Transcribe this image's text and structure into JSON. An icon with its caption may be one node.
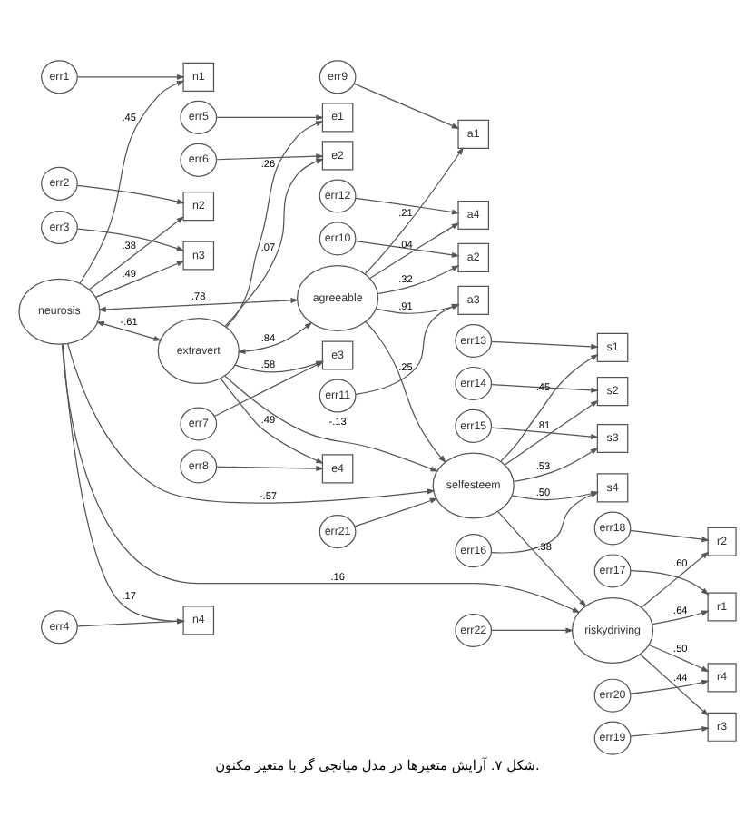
{
  "diagram": {
    "caption": "شکل ۷. آرایش متغیرها در مدل میانجی گر با متغیر مکنون.",
    "nodes": [
      {
        "text": [
          "err1"
        ]
      },
      {
        "text": [
          "err2"
        ]
      },
      {
        "text": [
          "err3"
        ]
      },
      {
        "text": [
          "err4"
        ]
      },
      {
        "text": [
          "n1"
        ]
      },
      {
        "text": [
          "n2"
        ]
      },
      {
        "text": [
          "n3"
        ]
      },
      {
        "text": [
          "n4"
        ]
      },
      {
        "text": [
          "neurosis"
        ]
      },
      {
        "text": [
          "err5"
        ]
      },
      {
        "text": [
          "err6"
        ]
      },
      {
        "text": [
          "err7"
        ]
      },
      {
        "text": [
          "err8"
        ]
      },
      {
        "text": [
          "e1"
        ]
      },
      {
        "text": [
          "e2"
        ]
      },
      {
        "text": [
          "e3"
        ]
      },
      {
        "text": [
          "e4"
        ]
      },
      {
        "text": [
          "extravert"
        ]
      },
      {
        "text": [
          "err9"
        ]
      },
      {
        "text": [
          "err10"
        ]
      },
      {
        "text": [
          "err11"
        ]
      },
      {
        "text": [
          "err12"
        ]
      },
      {
        "text": [
          "a1"
        ]
      },
      {
        "text": [
          "a2"
        ]
      },
      {
        "text": [
          "a3"
        ]
      },
      {
        "text": [
          "a4"
        ]
      },
      {
        "text": [
          "agreeable"
        ]
      },
      {
        "text": [
          "err13"
        ]
      },
      {
        "text": [
          "err14"
        ]
      },
      {
        "text": [
          "err15"
        ]
      },
      {
        "text": [
          "err16"
        ]
      },
      {
        "text": [
          "err21"
        ]
      },
      {
        "text": [
          "s1"
        ]
      },
      {
        "text": [
          "s2"
        ]
      },
      {
        "text": [
          "s3"
        ]
      },
      {
        "text": [
          "s4"
        ]
      },
      {
        "text": [
          "selfesteem"
        ]
      },
      {
        "text": [
          "err17"
        ]
      },
      {
        "text": [
          "err18"
        ]
      },
      {
        "text": [
          "err19"
        ]
      },
      {
        "text": [
          "err20"
        ]
      },
      {
        "text": [
          "err22"
        ]
      },
      {
        "text": [
          "r1"
        ]
      },
      {
        "text": [
          "r2"
        ]
      },
      {
        "text": [
          "r3"
        ]
      },
      {
        "text": [
          "r4"
        ]
      },
      {
        "text": [
          "riskydriving"
        ]
      }
    ],
    "edges": [
      {
        "from": 0,
        "to": 4,
        "arrow": "to"
      },
      {
        "from": 1,
        "to": 5,
        "arrow": "to"
      },
      {
        "from": 2,
        "to": 6,
        "arrow": "to"
      },
      {
        "from": 3,
        "to": 7,
        "arrow": "to"
      },
      {
        "from": 8,
        "to": 4,
        "arrow": "to",
        "label": ".45"
      },
      {
        "from": 8,
        "to": 5,
        "arrow": "to",
        "label": ".38"
      },
      {
        "from": 8,
        "to": 6,
        "arrow": "to",
        "label": ".49"
      },
      {
        "from": 8,
        "to": 7,
        "arrow": "to",
        "label": ".17"
      },
      {
        "from": 9,
        "to": 13,
        "arrow": "to"
      },
      {
        "from": 10,
        "to": 14,
        "arrow": "to"
      },
      {
        "from": 11,
        "to": 15,
        "arrow": "to"
      },
      {
        "from": 12,
        "to": 16,
        "arrow": "to"
      },
      {
        "from": 17,
        "to": 13,
        "arrow": "to",
        "label": ".26"
      },
      {
        "from": 17,
        "to": 14,
        "arrow": "to",
        "label": ".07"
      },
      {
        "from": 17,
        "to": 15,
        "arrow": "to",
        "label": ".58"
      },
      {
        "from": 17,
        "to": 16,
        "arrow": "to",
        "label": ".49"
      },
      {
        "from": 18,
        "to": 22,
        "arrow": "to"
      },
      {
        "from": 19,
        "to": 23,
        "arrow": "to"
      },
      {
        "from": 20,
        "to": 24,
        "arrow": "to"
      },
      {
        "from": 21,
        "to": 25,
        "arrow": "to"
      },
      {
        "from": 26,
        "to": 22,
        "arrow": "to",
        "label": ".21"
      },
      {
        "from": 26,
        "to": 23,
        "arrow": "to",
        "label": ".32"
      },
      {
        "from": 26,
        "to": 24,
        "arrow": "to",
        "label": ".91"
      },
      {
        "from": 26,
        "to": 25,
        "arrow": "to",
        "label": ".04"
      },
      {
        "from": 8,
        "to": 17,
        "arrow": "both",
        "label": "-.61"
      },
      {
        "from": 8,
        "to": 26,
        "arrow": "both",
        "label": ".78"
      },
      {
        "from": 17,
        "to": 26,
        "arrow": "both",
        "label": ".84"
      },
      {
        "from": 27,
        "to": 32,
        "arrow": "to"
      },
      {
        "from": 28,
        "to": 33,
        "arrow": "to"
      },
      {
        "from": 29,
        "to": 34,
        "arrow": "to"
      },
      {
        "from": 30,
        "to": 35,
        "arrow": "to"
      },
      {
        "from": 36,
        "to": 32,
        "arrow": "to",
        "label": ".45"
      },
      {
        "from": 36,
        "to": 33,
        "arrow": "to",
        "label": ".81"
      },
      {
        "from": 36,
        "to": 34,
        "arrow": "to",
        "label": ".53"
      },
      {
        "from": 36,
        "to": 35,
        "arrow": "to",
        "label": ".50"
      },
      {
        "from": 31,
        "to": 36,
        "arrow": "to"
      },
      {
        "from": 8,
        "to": 36,
        "arrow": "to",
        "label": "-.57"
      },
      {
        "from": 17,
        "to": 36,
        "arrow": "to",
        "label": "-.13"
      },
      {
        "from": 26,
        "to": 36,
        "arrow": "to",
        "label": ".25"
      },
      {
        "from": 8,
        "to": 46,
        "arrow": "to",
        "label": ".16"
      },
      {
        "from": 36,
        "to": 46,
        "arrow": "to",
        "label": "-.38"
      },
      {
        "from": 37,
        "to": 42,
        "arrow": "to"
      },
      {
        "from": 38,
        "to": 43,
        "arrow": "to"
      },
      {
        "from": 39,
        "to": 44,
        "arrow": "to"
      },
      {
        "from": 40,
        "to": 45,
        "arrow": "to"
      },
      {
        "from": 46,
        "to": 42,
        "arrow": "to",
        "label": ".64"
      },
      {
        "from": 46,
        "to": 43,
        "arrow": "to",
        "label": ".60"
      },
      {
        "from": 46,
        "to": 44,
        "arrow": "to",
        "label": ".44"
      },
      {
        "from": 46,
        "to": 45,
        "arrow": "to",
        "label": ".50"
      },
      {
        "from": 41,
        "to": 46,
        "arrow": "to"
      }
    ]
  }
}
